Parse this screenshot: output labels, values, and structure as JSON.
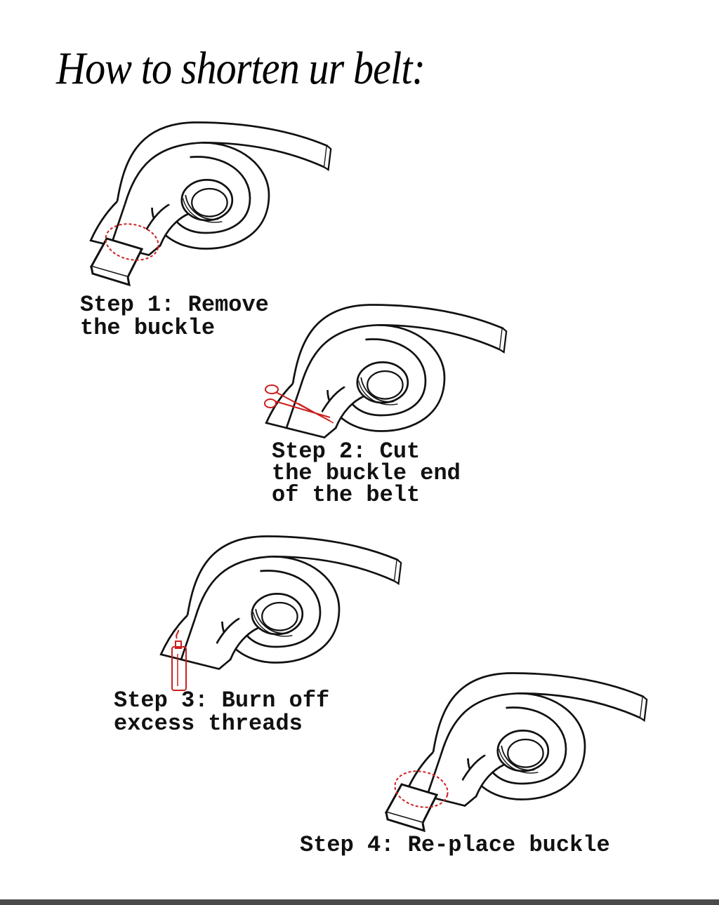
{
  "title": "How to shorten ur belt:",
  "steps": [
    {
      "line1": "Step 1: Remove",
      "line2": "the buckle",
      "line3": ""
    },
    {
      "line1": "Step 2: Cut",
      "line2": "the buckle end",
      "line3": "of the belt"
    },
    {
      "line1": "Step 3: Burn off",
      "line2": "excess threads",
      "line3": ""
    },
    {
      "line1": "Step 4: Re-place buckle",
      "line2": "",
      "line3": ""
    }
  ],
  "colors": {
    "ink": "#111111",
    "highlight": "#cc1f1f",
    "background": "#ffffff"
  },
  "icons": [
    "belt-illustration",
    "buckle-icon",
    "scissors-icon",
    "lighter-icon",
    "dashed-circle-marker"
  ]
}
